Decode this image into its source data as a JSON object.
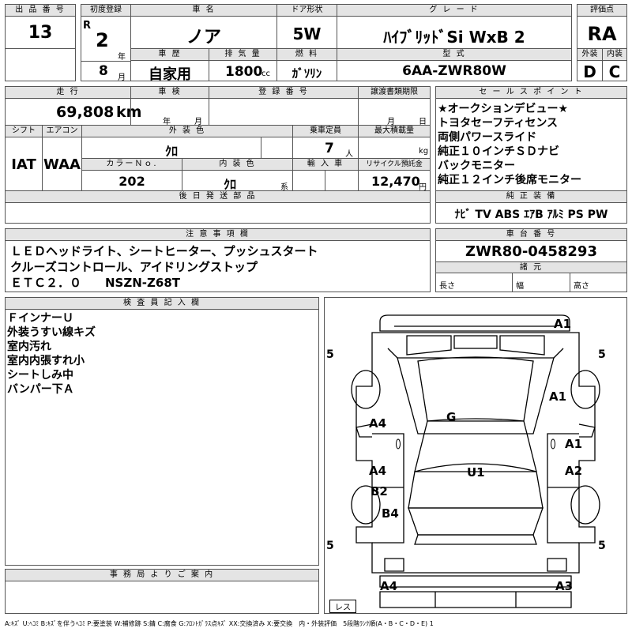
{
  "lot": {
    "label": "出 品 番 号",
    "value": "13"
  },
  "first_reg": {
    "label": "初度登録",
    "era": "R",
    "year": "2",
    "year_unit": "年",
    "month": "8",
    "month_unit": "月"
  },
  "car_name": {
    "label": "車 名",
    "value": "ノア"
  },
  "doors": {
    "label": "ドア形状",
    "value": "5W"
  },
  "grade": {
    "label": "グ レ ー ド",
    "value": "ﾊｲﾌﾞﾘｯﾄﾞSi WxB 2"
  },
  "rating": {
    "label": "評価点",
    "value": "RA"
  },
  "history": {
    "label": "車 歴",
    "value": "自家用"
  },
  "displacement": {
    "label": "排 気 量",
    "value": "1800",
    "unit": "cc"
  },
  "fuel": {
    "label": "燃 料",
    "value": "ｶﾞｿﾘﾝ"
  },
  "model": {
    "label": "型 式",
    "value": "6AA-ZWR80W"
  },
  "exterior_grade": {
    "label": "外装",
    "value": "D"
  },
  "interior_grade": {
    "label": "内装",
    "value": "C"
  },
  "mileage": {
    "label": "走 行",
    "value": "69,808",
    "unit": "km"
  },
  "inspection": {
    "label": "車 検",
    "year_unit": "年",
    "month_unit": "月"
  },
  "registration": {
    "label": "登 録 番 号"
  },
  "transfer_deadline": {
    "label": "譲渡書類期限",
    "month_unit": "月",
    "day_unit": "日"
  },
  "shift": {
    "label": "シフト",
    "value": "IAT"
  },
  "aircon": {
    "label": "エアコン",
    "value": "WAA"
  },
  "ext_color": {
    "label": "外 装 色",
    "value": "ｸﾛ"
  },
  "capacity": {
    "label": "乗車定員",
    "value": "7",
    "unit": "人"
  },
  "max_load": {
    "label": "最大積載量",
    "unit": "kg"
  },
  "color_no": {
    "label": "カラーＮｏ.",
    "value": "202"
  },
  "int_color": {
    "label": "内 装 色",
    "value": "ｸﾛ",
    "unit": "系"
  },
  "import": {
    "label": "輸 入 車"
  },
  "recycle": {
    "label": "リサイクル預託金",
    "value": "12,470",
    "unit": "円"
  },
  "later_parts": {
    "label": "後 日 発 送 部 品"
  },
  "sales_points": {
    "label": "セ ー ル ス ポ イ ン ト",
    "items": [
      "★オークションデビュー★",
      "トヨタセーフティセンス",
      "両側パワースライド",
      "純正１０インチＳＤナビ",
      "バックモニター",
      "純正１２インチ後席モニター"
    ]
  },
  "equipment": {
    "label": "純 正 装 備",
    "value": "ﾅﾋﾞ TV ABS ｴｱB ｱﾙﾐ PS PW"
  },
  "notes": {
    "label": "注 意 事 項 欄",
    "lines": [
      "ＬＥＤヘッドライト、シートヒーター、プッシュスタート",
      "クルーズコントロール、アイドリングストップ",
      "ＥＴＣ２．０　　NSZN-Z68T"
    ]
  },
  "chassis": {
    "label": "車 台 番 号",
    "value": "ZWR80-0458293"
  },
  "specs": {
    "label": "諸 元",
    "length": "長さ",
    "width": "幅",
    "height": "高さ"
  },
  "inspector": {
    "label": "検 査 員 記 入 欄",
    "lines": [
      "ＦインナーＵ",
      "外装うすい線キズ",
      "室内汚れ",
      "室内内張すれ小",
      "シートしみ中",
      "バンパー下Ａ"
    ]
  },
  "office": {
    "label": "事 務 局 よ り ご 案 内"
  },
  "diagram": {
    "tires": [
      "5",
      "5",
      "5",
      "5"
    ],
    "marks": {
      "a1_top": "A1",
      "a1_front_r": "A1",
      "g": "G",
      "a4_l1": "A4",
      "a1_r": "A1",
      "a4_l2": "A4",
      "u1": "U1",
      "a2": "A2",
      "b2": "B2",
      "b4": "B4",
      "a4_bottom": "A4",
      "a3": "A3",
      "zero": "0"
    },
    "spare": "レス"
  },
  "legend": "A:ｷｽﾞ U:ﾍｺﾐ B:ｷｽﾞを伴うﾍｺﾐ P:要塗装 W:補修跡 S:錆 C:腐食 G:ﾌﾛﾝﾄｶﾞﾗｽ点ｷｽﾞ XX:交換済み X:要交換　内・外装評価　5段階ﾗﾝｸ順(A・B・C・D・E) 1"
}
